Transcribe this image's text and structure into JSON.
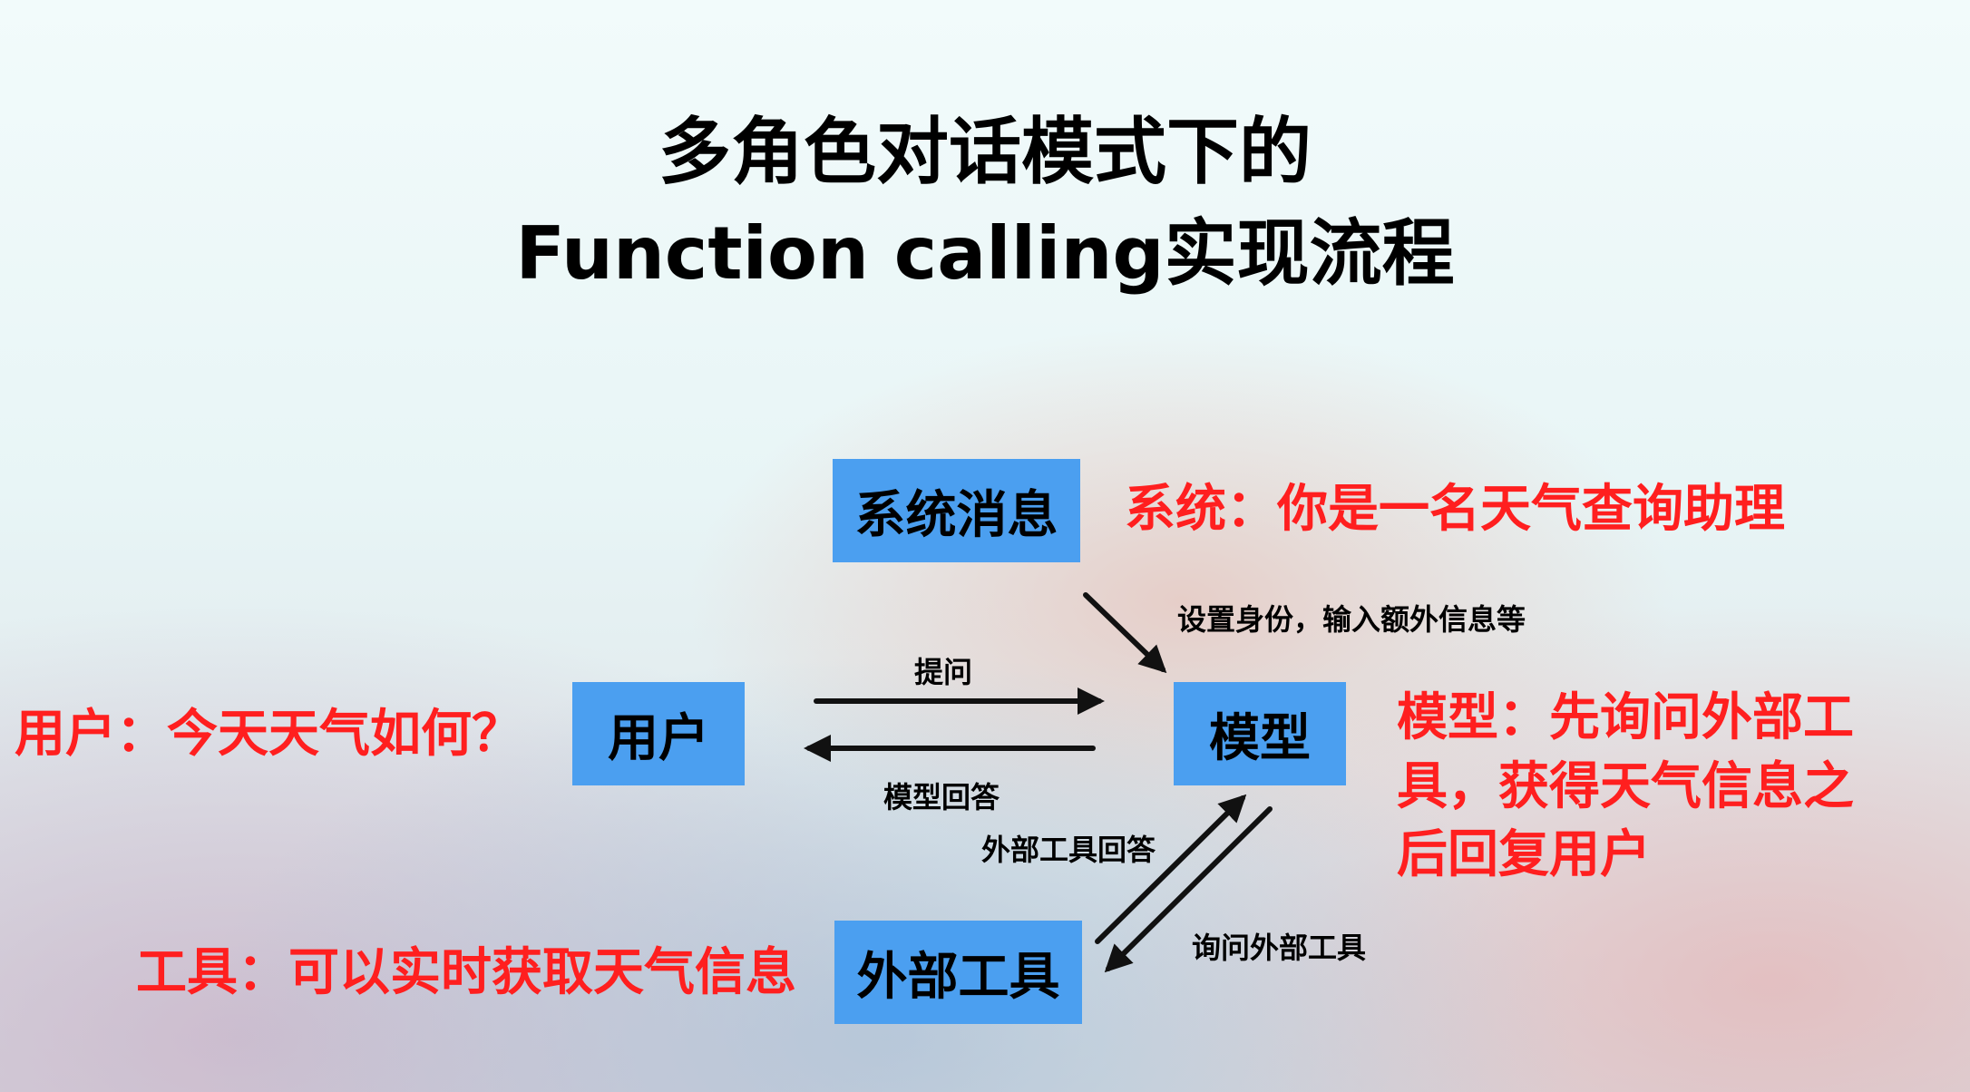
{
  "title": {
    "line1": "多角色对话模式下的",
    "line2": "Function calling实现流程"
  },
  "nodes": {
    "system": "系统消息",
    "user": "用户",
    "model": "模型",
    "tool": "外部工具"
  },
  "annotations": {
    "system": "系统：你是一名天气查询助理",
    "user": "用户：今天天气如何？",
    "model_lines": [
      "模型：先询问外部工",
      "具，获得天气信息之",
      "后回复用户"
    ],
    "tool": "工具：可以实时获取天气信息"
  },
  "edge_labels": {
    "system_to_model": "设置身份，输入额外信息等",
    "ask": "提问",
    "model_answer": "模型回答",
    "tool_answer": "外部工具回答",
    "query_tool": "询问外部工具"
  },
  "colors": {
    "node_fill": "#4b9ff0",
    "annotation": "#ff1f1f"
  }
}
